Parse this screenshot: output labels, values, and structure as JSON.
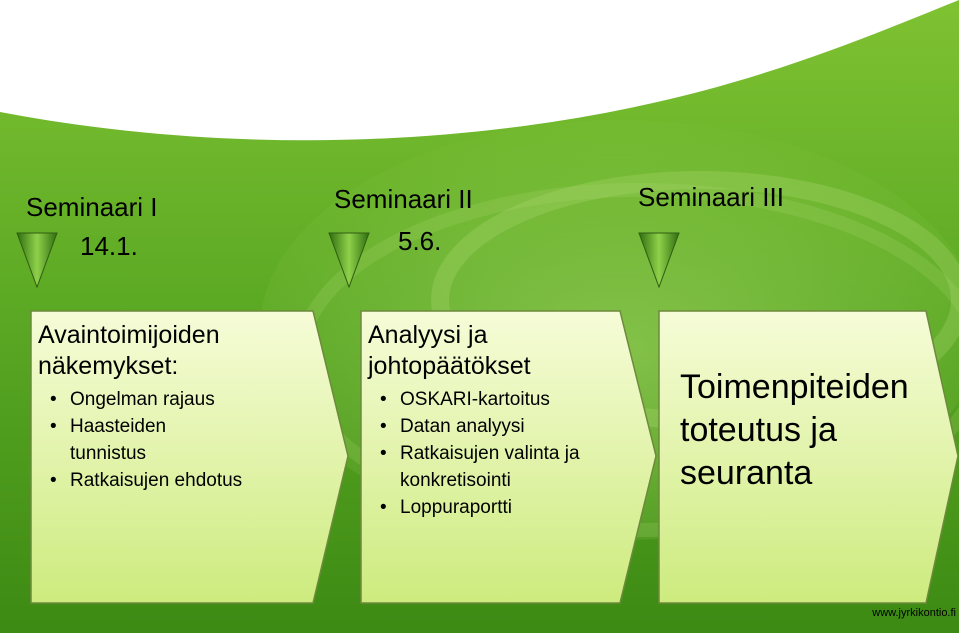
{
  "milestones": [
    {
      "title": "Seminaari I",
      "date": "14.1."
    },
    {
      "title": "Seminaari II",
      "date": "5.6."
    },
    {
      "title": "Seminaari III",
      "date": ""
    }
  ],
  "phases": [
    {
      "title_lines": [
        "Avaintoimijoiden",
        "näkemykset:"
      ],
      "bullets": [
        "Ongelman rajaus",
        "Haasteiden tunnistus",
        "Ratkaisujen ehdotus"
      ]
    },
    {
      "title_lines": [
        "Analyysi ja",
        "johtopäätökset"
      ],
      "bullets": [
        "OSKARI-kartoitus",
        "Datan analyysi",
        "Ratkaisujen valinta ja konkretisointi",
        "Loppuraportti"
      ]
    },
    {
      "title_lines": [
        "Toimenpiteiden",
        "toteutus ja",
        "seuranta"
      ],
      "bullets": []
    }
  ],
  "credit": "www.jyrkikontio.fi",
  "colors": {
    "green_dark": "#4f9a1e",
    "green_light": "#aee05a",
    "box_fill": "#e6f7a8",
    "box_border": "#6d8a3c"
  }
}
